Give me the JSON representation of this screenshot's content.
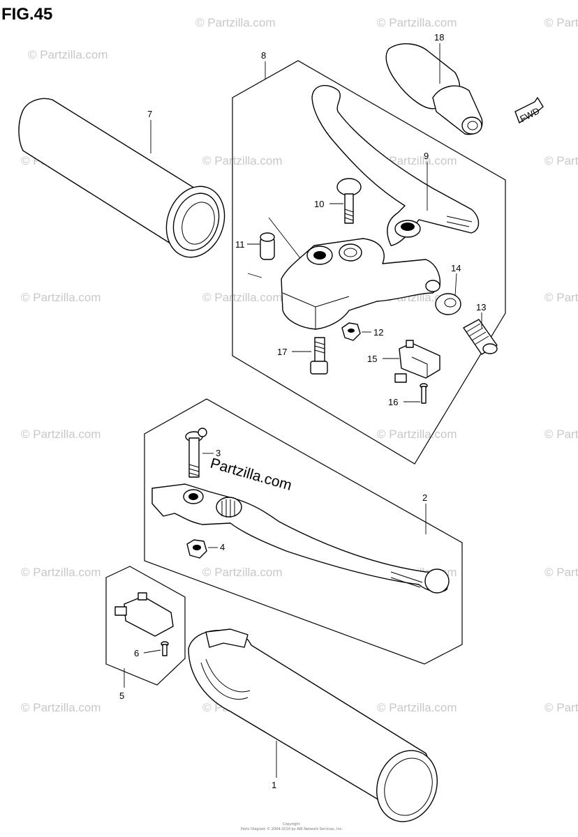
{
  "figure": {
    "title": "FIG.45"
  },
  "watermark": {
    "small_text": "© Partzilla.com",
    "large_text": "Partzilla.com"
  },
  "callouts": [
    "1",
    "2",
    "3",
    "4",
    "5",
    "6",
    "7",
    "8",
    "9",
    "10",
    "11",
    "12",
    "13",
    "14",
    "15",
    "16",
    "17",
    "18"
  ],
  "fwd_badge": {
    "text": "FWD"
  },
  "copyright": {
    "line1": "Copyright",
    "line2": "Parts Diagram © 2004-2019 by ARI Network Services, Inc."
  }
}
